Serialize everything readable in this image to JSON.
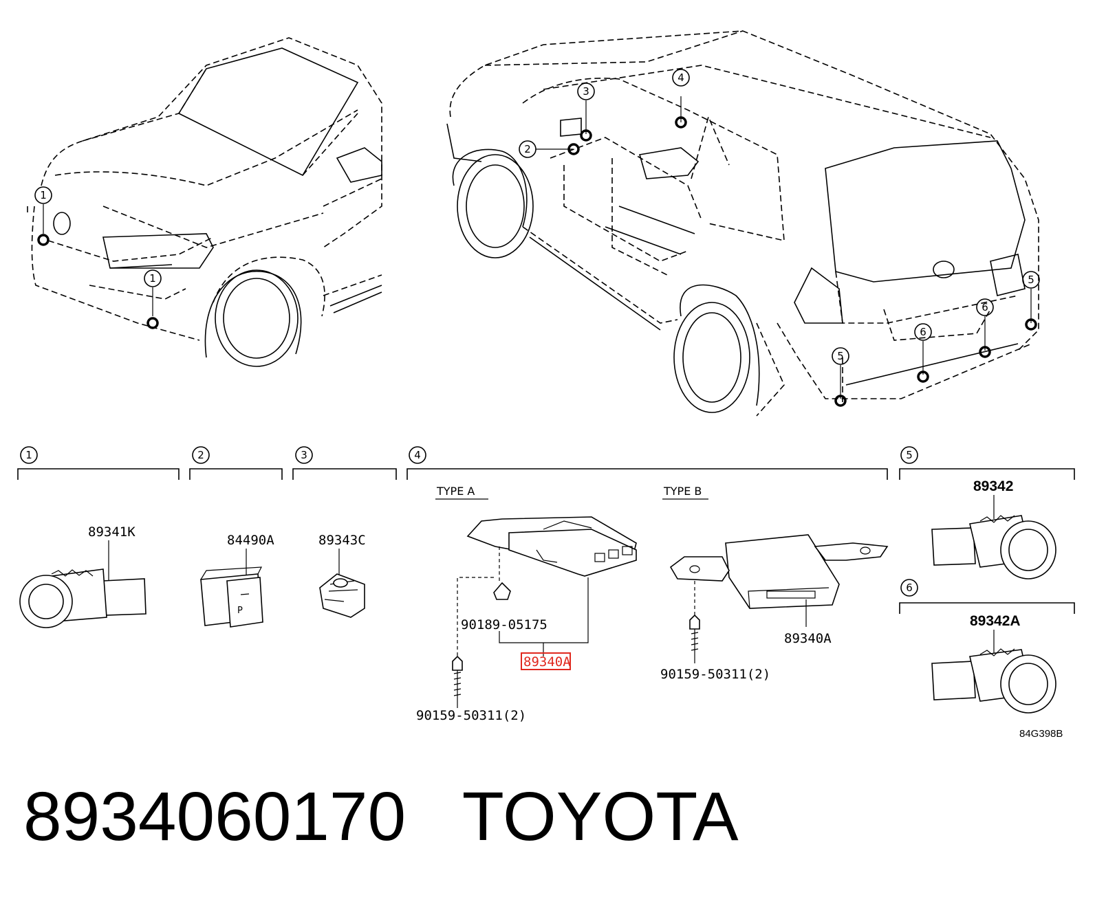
{
  "callouts": [
    "1",
    "2",
    "3",
    "4",
    "5",
    "6"
  ],
  "sections": {
    "s1": {
      "num": "1",
      "part": "89341K"
    },
    "s2": {
      "num": "2",
      "part": "84490A"
    },
    "s3": {
      "num": "3",
      "part": "89343C"
    },
    "s4": {
      "num": "4",
      "type_a": "TYPE A",
      "type_b": "TYPE B",
      "a_clip": "90189-05175",
      "a_main": "89340A",
      "a_screw": "90159-50311(2)",
      "b_main": "89340A",
      "b_screw": "90159-50311(2)"
    },
    "s5": {
      "num": "5",
      "part": "89342"
    },
    "s6": {
      "num": "6",
      "part": "89342A"
    }
  },
  "ref_code": "84G398B",
  "part_number": "8934060170",
  "brand": "TOYOTA",
  "highlight_color": "#e0281e"
}
